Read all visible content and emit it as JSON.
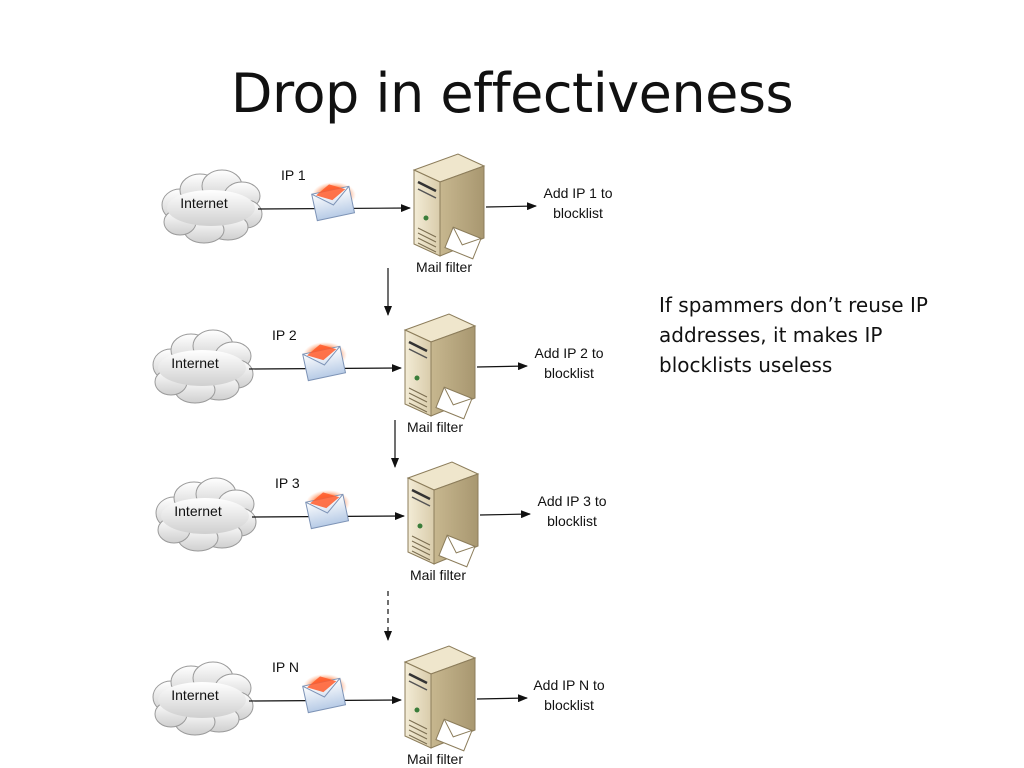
{
  "slide": {
    "title": "Drop in effectiveness",
    "note": "If spammers don’t reuse IP addresses, it makes IP blocklists useless"
  },
  "diagram": {
    "rows": [
      {
        "source": "Internet",
        "ip": "IP 1",
        "server": "Mail filter",
        "action_line1": "Add IP 1 to",
        "action_line2": "blocklist"
      },
      {
        "source": "Internet",
        "ip": "IP 2",
        "server": "Mail filter",
        "action_line1": "Add IP 2 to",
        "action_line2": "blocklist"
      },
      {
        "source": "Internet",
        "ip": "IP 3",
        "server": "Mail filter",
        "action_line1": "Add IP 3 to",
        "action_line2": "blocklist"
      },
      {
        "source": "Internet",
        "ip": "IP N",
        "server": "Mail filter",
        "action_line1": "Add IP N to",
        "action_line2": "blocklist"
      }
    ],
    "connectors": [
      {
        "from_row": 1,
        "to_row": 2,
        "style": "solid"
      },
      {
        "from_row": 2,
        "to_row": 3,
        "style": "solid"
      },
      {
        "from_row": 3,
        "to_row": 4,
        "style": "dashed"
      }
    ]
  },
  "icons": {
    "cloud": "cloud-icon",
    "envelope": "envelope-icon",
    "server": "server-icon",
    "mail": "mail-icon"
  }
}
